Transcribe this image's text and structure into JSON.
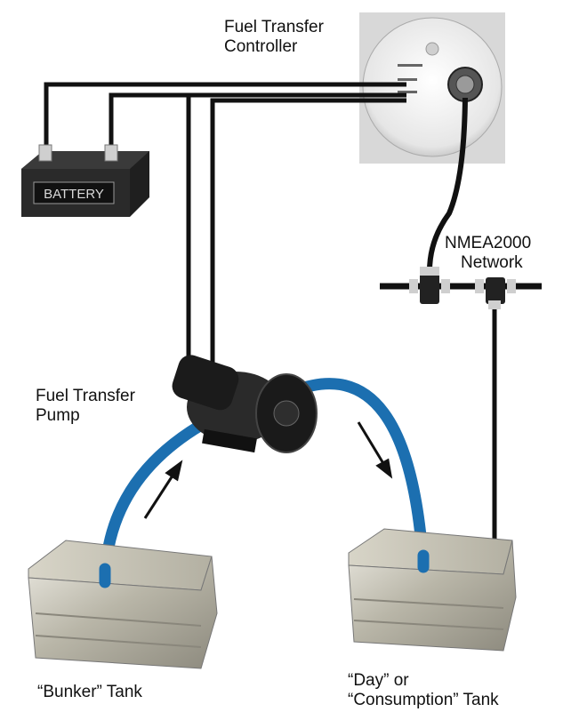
{
  "labels": {
    "controller": [
      "Fuel Transfer",
      "Controller"
    ],
    "battery": "BATTERY",
    "network": [
      "NMEA2000",
      "Network"
    ],
    "pump": [
      "Fuel Transfer",
      "Pump"
    ],
    "bunker_tank": "“Bunker” Tank",
    "day_tank": [
      "“Day” or",
      "“Consumption” Tank"
    ]
  },
  "colors": {
    "wire": "#111111",
    "hose": "#1c6fb0",
    "battery": "#2a2a2a",
    "tank": "#c7c4b8"
  }
}
